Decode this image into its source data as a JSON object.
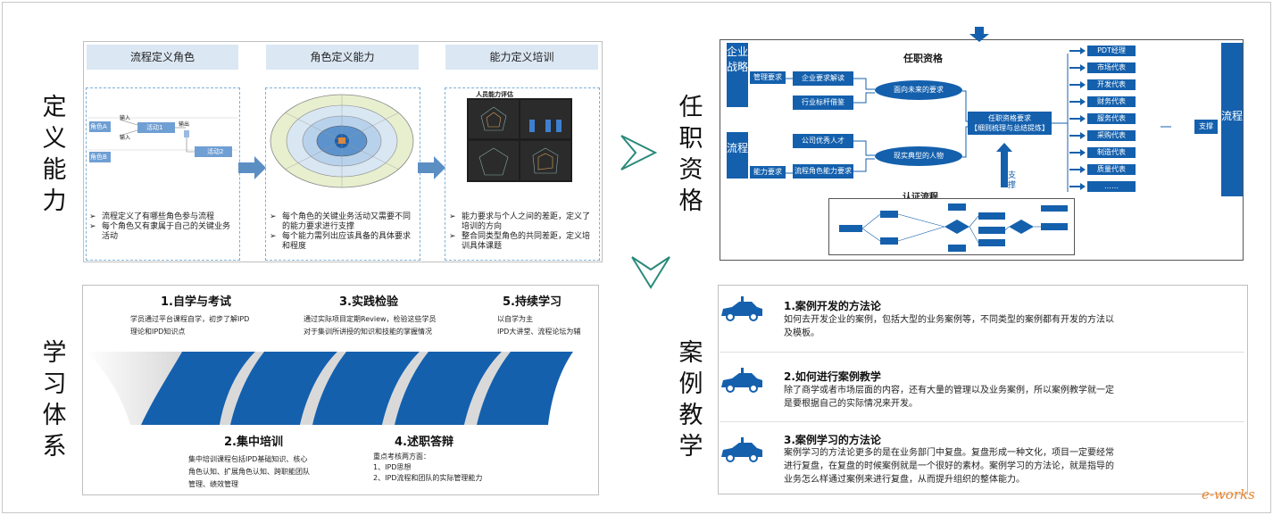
{
  "left_labels": {
    "top": [
      "定",
      "义",
      "能",
      "力"
    ],
    "bottom": [
      "学",
      "习",
      "体",
      "系"
    ]
  },
  "right_labels": {
    "top": [
      "任",
      "职",
      "资",
      "格"
    ],
    "bottom": [
      "案",
      "例",
      "教",
      "学"
    ]
  },
  "panel1": {
    "headers": [
      "流程定义角色",
      "角色定义能力",
      "能力定义培训"
    ],
    "process": {
      "role_a": "角色A",
      "role_b": "角色B",
      "act1": "活动1",
      "act2": "活动2",
      "in1": "输入",
      "in2": "输入",
      "out1": "输出"
    },
    "assessment_title": "人员能力评估",
    "bullets1": [
      "流程定义了有哪些角色参与流程",
      "每个角色又有隶属于自己的关键业务活动"
    ],
    "bullets2": [
      "每个角色的关键业务活动又需要不同的能力要求进行支撑",
      "每个能力需列出应该具备的具体要求和程度"
    ],
    "bullets3": [
      "能力要求与个人之间的差距，定义了培训的方向",
      "整合同类型角色的共同差距，定义培训具体课题"
    ]
  },
  "panel2": {
    "left_boxes": [
      "企业战略",
      "流程"
    ],
    "small_labels": [
      "管理要求",
      "能力要求"
    ],
    "title": "任职资格",
    "items_top": [
      "企业要求解读",
      "行业标杆借鉴"
    ],
    "items_bottom": [
      "公司优秀人才",
      "流程角色能力要求"
    ],
    "ellipse_top": "面向未来的要求",
    "ellipse_bottom": "现实典型的人物",
    "center": "任职资格要求\n【细则梳理与总结提炼】",
    "roles": [
      "PDT经理",
      "市场代表",
      "开发代表",
      "财务代表",
      "服务代表",
      "采购代表",
      "制造代表",
      "质量代表",
      "……"
    ],
    "support_label": "支撑",
    "up_label": "支撑",
    "right_box": "流程",
    "cert_title": "认证流程"
  },
  "panel3": {
    "steps_top": [
      {
        "title": "1.自学与考试",
        "lines": [
          "学员通过平台课程自学，初步了解IPD",
          "理论和IPD知识点"
        ]
      },
      {
        "title": "3.实践检验",
        "lines": [
          "通过实际项目定期Review，检验这些学员",
          "对于集训所讲授的知识和技能的掌握情况"
        ]
      },
      {
        "title": "5.持续学习",
        "lines": [
          "以自学为主",
          "IPD大讲堂、流程论坛为辅"
        ]
      }
    ],
    "steps_bottom": [
      {
        "title": "2.集中培训",
        "lines": [
          "集中培训课程包括IPD基础知识、核心",
          "角色认知、扩展角色认知、跨职能团队",
          "管理、绩效管理"
        ]
      },
      {
        "title": "4.述职答辩",
        "lines": [
          "重点考核两方面：",
          "1、IPD思想",
          "2、IPD流程和团队的实际管理能力"
        ]
      }
    ]
  },
  "panel4": {
    "cases": [
      {
        "title": "1.案例开发的方法论",
        "lines": [
          "如何去开发企业的案例，包括大型的业务案例等，不同类型的案例都有开发的方法以",
          "及模板。"
        ]
      },
      {
        "title": "2.如何进行案例教学",
        "lines": [
          "除了商学或者市场层面的内容，还有大量的管理以及业务案例，所以案例教学就一定",
          "是要根据自己的实际情况来开发。"
        ]
      },
      {
        "title": "3.案例学习的方法论",
        "lines": [
          "案例学习的方法论更多的是在业务部门中复盘。复盘形成一种文化，项目一定要经常",
          "进行复盘，在复盘的时候案例就是一个很好的素材。案例学习的方法论，就是指导的",
          "业务怎么样通过案例来进行复盘，从而提升组织的整体能力。"
        ]
      }
    ]
  },
  "watermark": "e-works",
  "colors": {
    "blue": "#1460ad",
    "light": "#dbe7f3",
    "arrow": "#5b8fc4"
  }
}
